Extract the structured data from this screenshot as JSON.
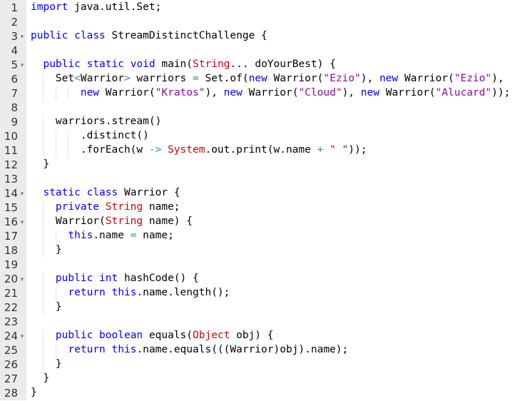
{
  "editor": {
    "lines": [
      {
        "n": "1",
        "tokens": [
          [
            "k",
            "import"
          ],
          [
            "p",
            " java.util.Set;"
          ]
        ]
      },
      {
        "n": "2",
        "tokens": []
      },
      {
        "n": "3",
        "fold": true,
        "tokens": [
          [
            "k",
            "public"
          ],
          [
            "p",
            " "
          ],
          [
            "k",
            "class"
          ],
          [
            "p",
            " StreamDistinctChallenge {"
          ]
        ]
      },
      {
        "n": "4",
        "tokens": []
      },
      {
        "n": "5",
        "fold": true,
        "tokens": [
          [
            "p",
            "  "
          ],
          [
            "k",
            "public"
          ],
          [
            "p",
            " "
          ],
          [
            "k",
            "static"
          ],
          [
            "p",
            " "
          ],
          [
            "k",
            "void"
          ],
          [
            "p",
            " main("
          ],
          [
            "t",
            "String"
          ],
          [
            "p",
            "... doYourBest) {"
          ]
        ]
      },
      {
        "n": "6",
        "tokens": [
          [
            "p",
            "    Set"
          ],
          [
            "o",
            "<"
          ],
          [
            "p",
            "Warrior"
          ],
          [
            "o",
            ">"
          ],
          [
            "p",
            " warriors "
          ],
          [
            "o",
            "="
          ],
          [
            "p",
            " Set.of("
          ],
          [
            "k",
            "new"
          ],
          [
            "p",
            " Warrior("
          ],
          [
            "s",
            "\"Ezio\""
          ],
          [
            "p",
            "), "
          ],
          [
            "k",
            "new"
          ],
          [
            "p",
            " Warrior("
          ],
          [
            "s",
            "\"Ezio\""
          ],
          [
            "p",
            "),"
          ]
        ]
      },
      {
        "n": "7",
        "tokens": [
          [
            "p",
            "        "
          ],
          [
            "k",
            "new"
          ],
          [
            "p",
            " Warrior("
          ],
          [
            "s",
            "\"Kratos\""
          ],
          [
            "p",
            "), "
          ],
          [
            "k",
            "new"
          ],
          [
            "p",
            " Warrior("
          ],
          [
            "s",
            "\"Cloud\""
          ],
          [
            "p",
            "), "
          ],
          [
            "k",
            "new"
          ],
          [
            "p",
            " Warrior("
          ],
          [
            "s",
            "\"Alucard\""
          ],
          [
            "p",
            "));"
          ]
        ]
      },
      {
        "n": "8",
        "tokens": []
      },
      {
        "n": "9",
        "tokens": [
          [
            "p",
            "    warriors.stream()"
          ]
        ]
      },
      {
        "n": "10",
        "tokens": [
          [
            "p",
            "        .distinct()"
          ]
        ]
      },
      {
        "n": "11",
        "tokens": [
          [
            "p",
            "        .forEach(w "
          ],
          [
            "o",
            "->"
          ],
          [
            "p",
            " "
          ],
          [
            "t",
            "System"
          ],
          [
            "p",
            ".out.print(w.name "
          ],
          [
            "o",
            "+"
          ],
          [
            "p",
            " "
          ],
          [
            "s",
            "\" \""
          ],
          [
            "p",
            "));"
          ]
        ]
      },
      {
        "n": "12",
        "tokens": [
          [
            "p",
            "  }"
          ]
        ]
      },
      {
        "n": "13",
        "tokens": []
      },
      {
        "n": "14",
        "fold": true,
        "tokens": [
          [
            "p",
            "  "
          ],
          [
            "k",
            "static"
          ],
          [
            "p",
            " "
          ],
          [
            "k",
            "class"
          ],
          [
            "p",
            " Warrior {"
          ]
        ]
      },
      {
        "n": "15",
        "tokens": [
          [
            "p",
            "    "
          ],
          [
            "k",
            "private"
          ],
          [
            "p",
            " "
          ],
          [
            "t",
            "String"
          ],
          [
            "p",
            " name;"
          ]
        ]
      },
      {
        "n": "16",
        "fold": true,
        "tokens": [
          [
            "p",
            "    Warrior("
          ],
          [
            "t",
            "String"
          ],
          [
            "p",
            " name) {"
          ]
        ]
      },
      {
        "n": "17",
        "tokens": [
          [
            "p",
            "      "
          ],
          [
            "k",
            "this"
          ],
          [
            "p",
            ".name "
          ],
          [
            "o",
            "="
          ],
          [
            "p",
            " name;"
          ]
        ]
      },
      {
        "n": "18",
        "tokens": [
          [
            "p",
            "    }"
          ]
        ]
      },
      {
        "n": "19",
        "tokens": []
      },
      {
        "n": "20",
        "fold": true,
        "tokens": [
          [
            "p",
            "    "
          ],
          [
            "k",
            "public"
          ],
          [
            "p",
            " "
          ],
          [
            "k",
            "int"
          ],
          [
            "p",
            " hashCode() {"
          ]
        ]
      },
      {
        "n": "21",
        "tokens": [
          [
            "p",
            "      "
          ],
          [
            "k",
            "return"
          ],
          [
            "p",
            " "
          ],
          [
            "k",
            "this"
          ],
          [
            "p",
            ".name.length();"
          ]
        ]
      },
      {
        "n": "22",
        "tokens": [
          [
            "p",
            "    }"
          ]
        ]
      },
      {
        "n": "23",
        "tokens": []
      },
      {
        "n": "24",
        "fold": true,
        "tokens": [
          [
            "p",
            "    "
          ],
          [
            "k",
            "public"
          ],
          [
            "p",
            " "
          ],
          [
            "k",
            "boolean"
          ],
          [
            "p",
            " equals("
          ],
          [
            "t",
            "Object"
          ],
          [
            "p",
            " obj) {"
          ]
        ]
      },
      {
        "n": "25",
        "tokens": [
          [
            "p",
            "      "
          ],
          [
            "k",
            "return"
          ],
          [
            "p",
            " "
          ],
          [
            "k",
            "this"
          ],
          [
            "p",
            ".name.equals(((Warrior)obj).name);"
          ]
        ]
      },
      {
        "n": "26",
        "tokens": [
          [
            "p",
            "    }"
          ]
        ]
      },
      {
        "n": "27",
        "tokens": [
          [
            "p",
            "  }"
          ]
        ]
      },
      {
        "n": "28",
        "tokens": [
          [
            "p",
            "}"
          ]
        ]
      }
    ],
    "fold_icon": "fold-arrow-icon",
    "colors": {
      "keyword": "#0000ff",
      "type": "#c5060b",
      "string": "#871094",
      "operator": "#2f8fa0",
      "gutter": "#ebebeb"
    }
  }
}
